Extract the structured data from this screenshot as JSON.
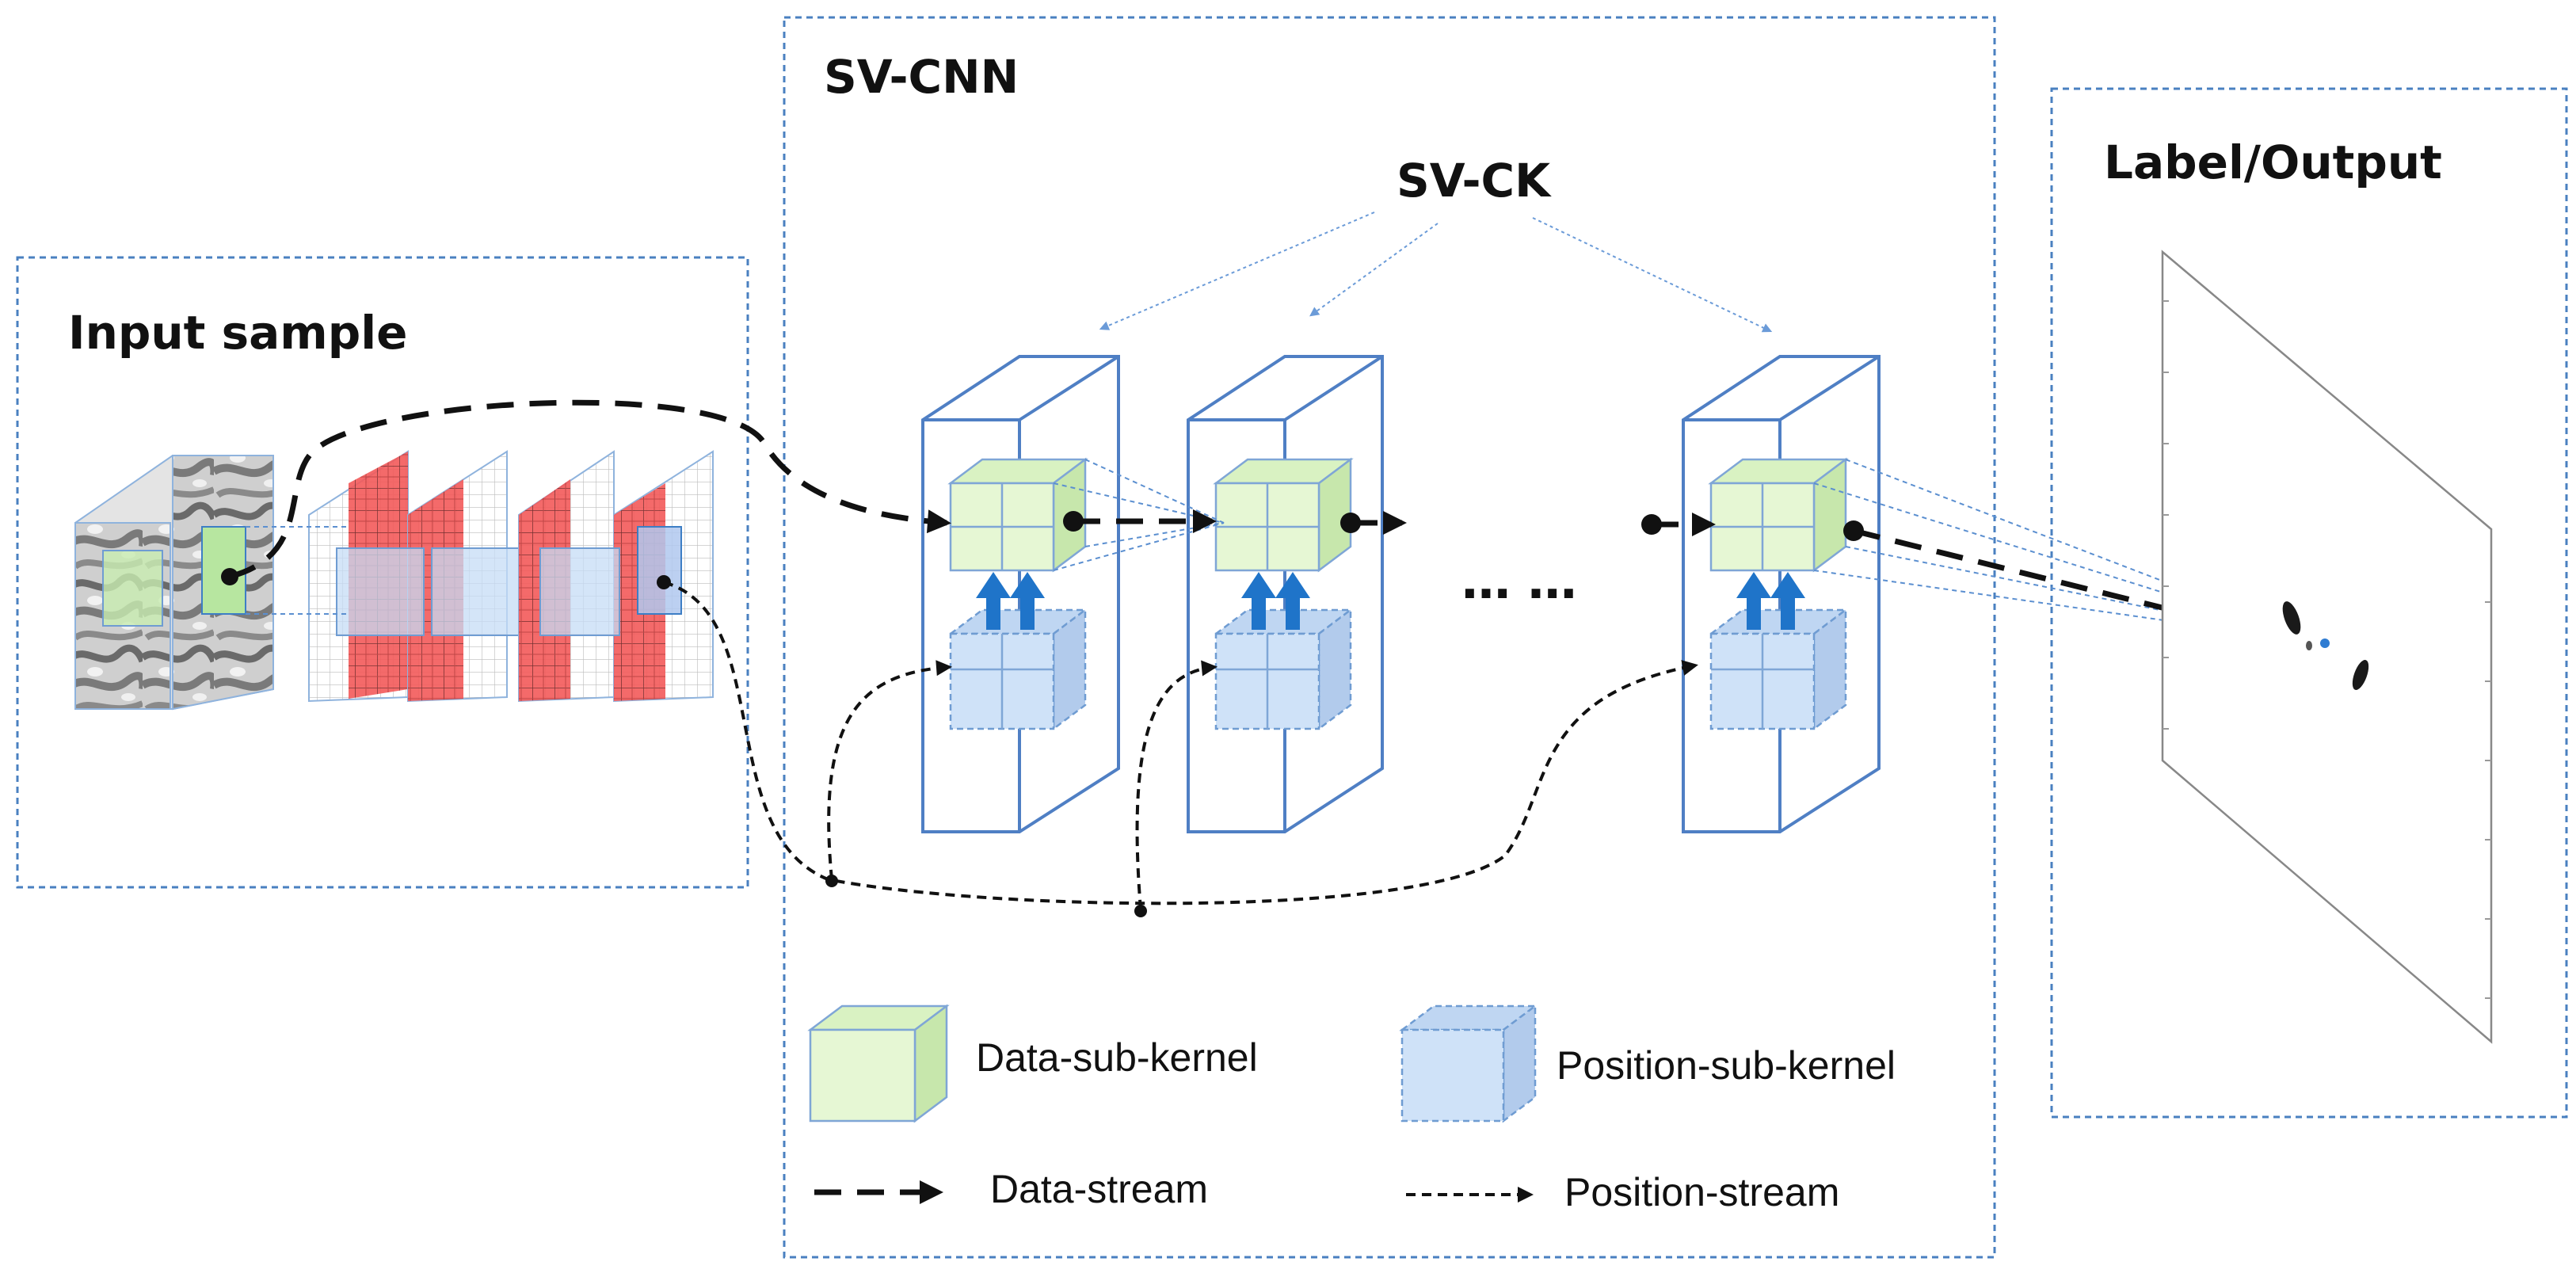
{
  "panels": {
    "input_title": "Input sample",
    "cnn_title": "SV-CNN",
    "output_title": "Label/Output"
  },
  "callout_label": "SV-CK",
  "ellipsis": "… …",
  "legend": {
    "data_sub_kernel": "Data-sub-kernel",
    "position_sub_kernel": "Position-sub-kernel",
    "data_stream": "Data-stream",
    "position_stream": "Position-stream"
  },
  "colors": {
    "frame": "#4a80c0",
    "data_kernel_fill": "#e6f7d4",
    "position_kernel_fill": "#cfe2f8",
    "arrow_blue": "#1f74c9",
    "feature_red": "#f04848"
  }
}
